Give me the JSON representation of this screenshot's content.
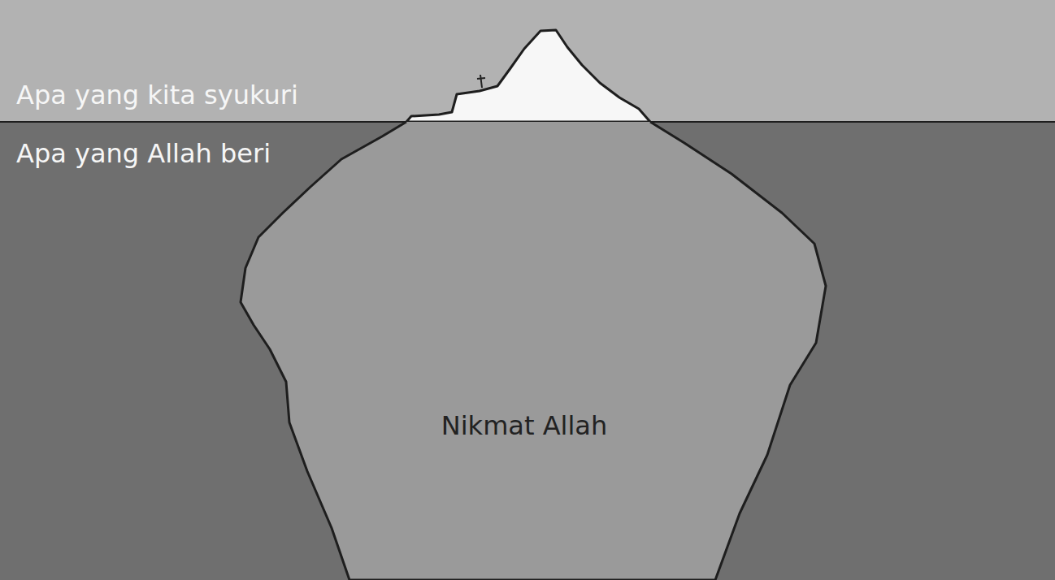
{
  "diagram": {
    "nodes": [
      {
        "text": [
          "Nikmat Allah"
        ]
      }
    ],
    "labels": [
      "Apa yang kita syukuri",
      "Apa yang Allah beri"
    ]
  }
}
